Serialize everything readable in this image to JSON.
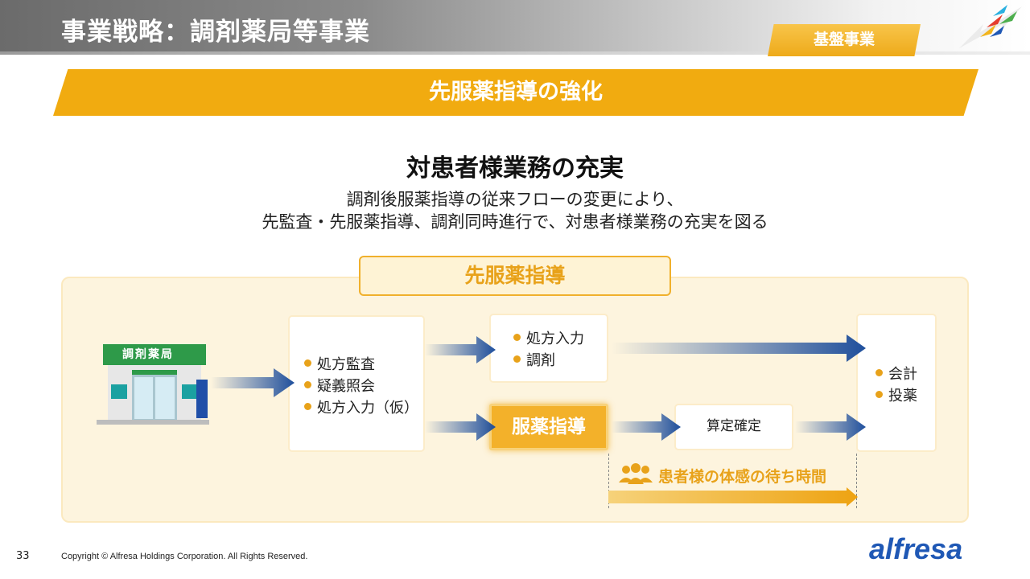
{
  "header": {
    "title": "事業戦略：調剤薬局等事業",
    "badge": "基盤事業"
  },
  "banner": {
    "title": "先服薬指導の強化"
  },
  "subhead": "対患者様業務の充実",
  "description": [
    "調剤後服薬指導の従来フローの変更により、",
    "先監査・先服薬指導、調剤同時進行で、対患者様業務の充実を図る"
  ],
  "diagram": {
    "section_label": "先服薬指導",
    "store_sign": "調剤薬局",
    "box1_items": [
      "処方監査",
      "疑義照会",
      "処方入力（仮）"
    ],
    "box2_items": [
      "処方入力",
      "調剤"
    ],
    "guidance_box": "服薬指導",
    "calc_box": "算定確定",
    "final_items": [
      "会計",
      "投薬"
    ],
    "wait_label": "患者様の体感の待ち時間"
  },
  "colors": {
    "accent": "#f1ab10",
    "arrow": "#1f4f9c",
    "store_green": "#2e9a49",
    "brand_blue": "#1f58b5"
  },
  "footer": {
    "page_number": "33",
    "copyright": "Copyright © Alfresa Holdings Corporation. All Rights Reserved.",
    "brand": "alfresa"
  }
}
